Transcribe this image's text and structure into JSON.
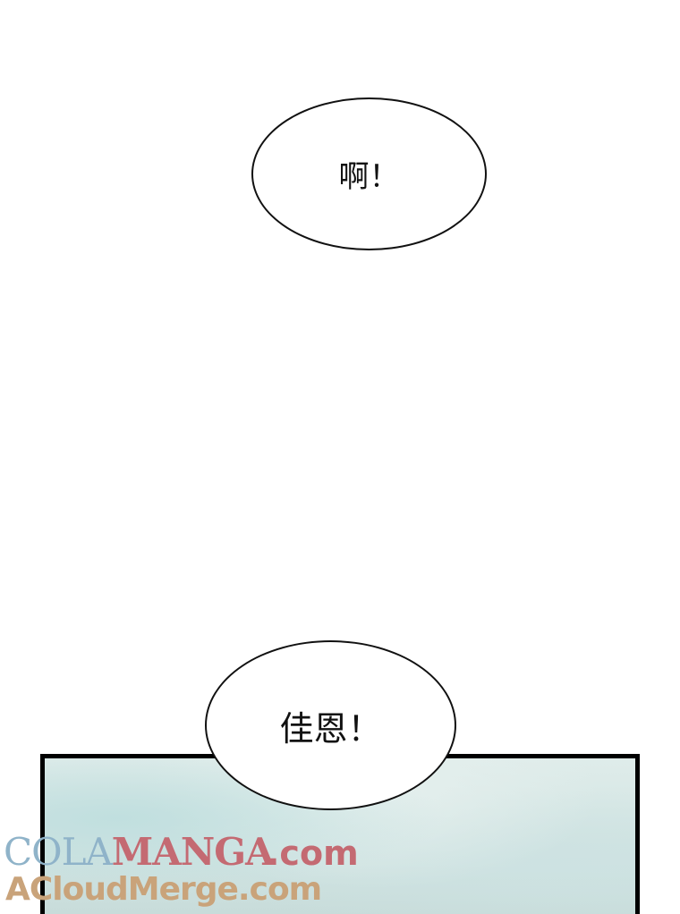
{
  "bubbles": {
    "top": "啊！",
    "bottom": "佳恩！"
  },
  "watermark": {
    "cola": "COLA",
    "manga": "MANGA",
    "com": ".com",
    "second_line": "ACloudMerge.com"
  }
}
